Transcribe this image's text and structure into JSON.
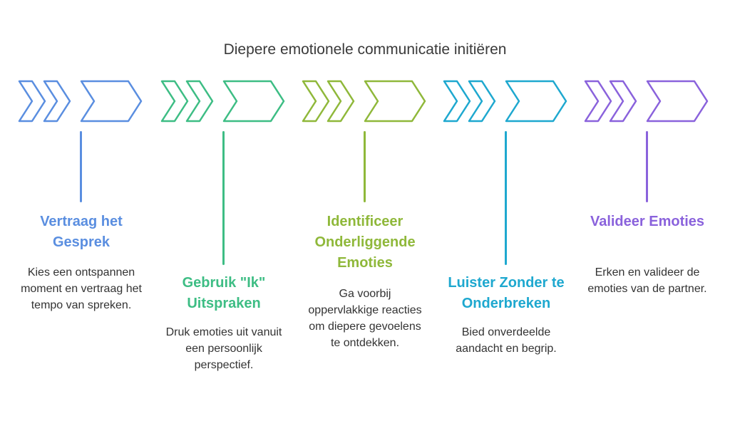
{
  "title": "Diepere emotionele communicatie initiëren",
  "steps": [
    {
      "heading": "Vertraag het Gesprek",
      "description": "Kies een ontspannen moment en vertraag het tempo van spreken.",
      "color": "#5a8ee0"
    },
    {
      "heading": "Gebruik \"Ik\" Uitspraken",
      "description": "Druk emoties uit vanuit een persoonlijk perspectief.",
      "color": "#3dbd84"
    },
    {
      "heading": "Identificeer Onderliggende Emoties",
      "description": "Ga voorbij oppervlakkige reacties om diepere gevoelens te ontdekken.",
      "color": "#8fb83a"
    },
    {
      "heading": "Luister Zonder te Onderbreken",
      "description": "Bied onverdeelde aandacht en begrip.",
      "color": "#1ea8cf"
    },
    {
      "heading": "Valideer Emoties",
      "description": "Erken en valideer de emoties van de partner.",
      "color": "#8a62dc"
    }
  ]
}
